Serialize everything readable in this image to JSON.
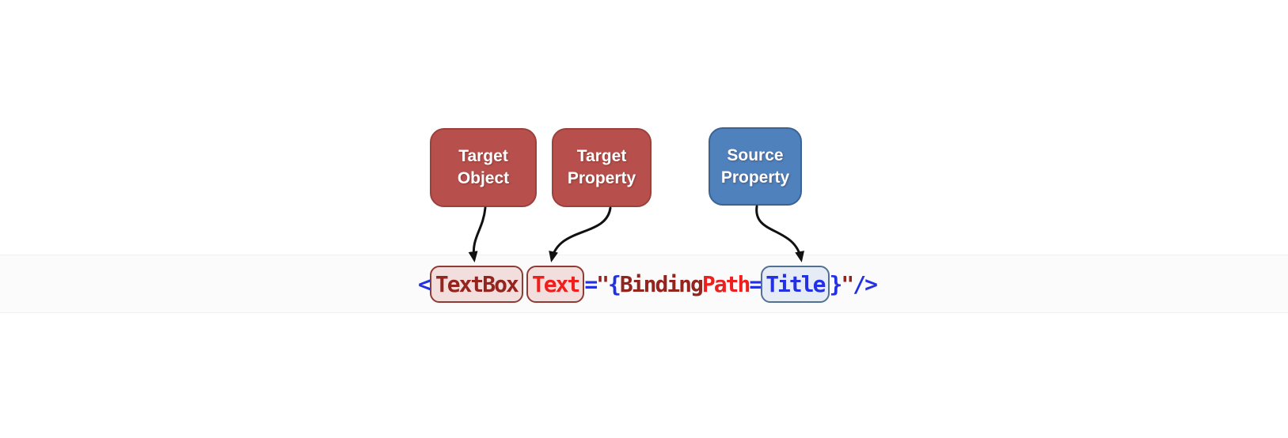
{
  "nodes": {
    "target_object": {
      "line1": "Target",
      "line2": "Object"
    },
    "target_property": {
      "line1": "Target",
      "line2": "Property"
    },
    "source_property": {
      "line1": "Source",
      "line2": "Property"
    }
  },
  "code": {
    "open_angle": "<",
    "element_name": "TextBox",
    "attribute_name": "Text",
    "equals_1": "=",
    "open_quote": "\"",
    "open_brace": "{",
    "binding_keyword": "Binding",
    "separator_space": " ",
    "path_keyword": "Path",
    "equals_2": "=",
    "path_value": "Title",
    "close_brace": "}",
    "close_quote": "\"",
    "close_tag": "/>"
  },
  "colors": {
    "target_box_fill": "#b7504c",
    "target_box_border": "#9c403c",
    "source_box_fill": "#4f81bd",
    "source_box_border": "#3a6394",
    "highlight_pink_fill": "#f2dedc",
    "highlight_pink_border": "#8e3b35",
    "highlight_blue_fill": "#e6ecf5",
    "highlight_blue_border": "#52708f",
    "code_symbol_blue": "#2330e4",
    "code_element_maroon": "#93251e",
    "code_attribute_red": "#ee1f1c",
    "node_text": "#ffffff",
    "arrow": "#111111"
  }
}
